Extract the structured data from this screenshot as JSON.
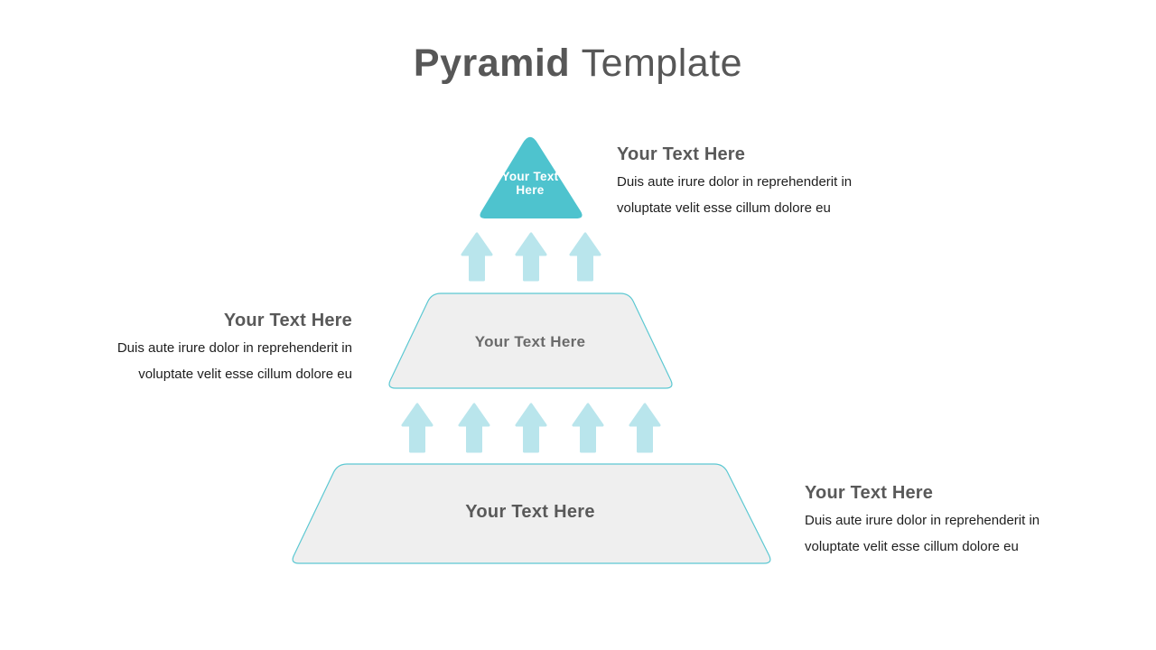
{
  "slide": {
    "title": {
      "bold": "Pyramid",
      "light": "Template"
    }
  },
  "colors": {
    "accent_teal": "#4EC3CE",
    "arrow_cyan": "#B9E5EC",
    "shape_fill": "#EFEFEF",
    "shape_border": "#5CC8D2",
    "heading_gray": "#595959",
    "body_text": "#1E1E1E",
    "title_gray": "#575757"
  },
  "pyramid": {
    "top_label": "Your Text\nHere",
    "middle_label": "Your Text Here",
    "bottom_label": "Your Text Here",
    "arrow_rows": [
      {
        "position": "between-top-and-middle",
        "count": 3
      },
      {
        "position": "between-middle-and-bottom",
        "count": 5
      }
    ]
  },
  "annotations": {
    "top_right": {
      "heading": "Your Text Here",
      "body": "Duis aute irure dolor in reprehenderit in\nvoluptate velit esse cillum dolore eu"
    },
    "middle_left": {
      "heading": "Your Text Here",
      "body": "Duis aute irure dolor in reprehenderit in\nvoluptate velit esse cillum dolore eu"
    },
    "bottom_right": {
      "heading": "Your Text Here",
      "body": "Duis aute irure dolor in reprehenderit in\nvoluptate velit esse cillum dolore eu"
    }
  }
}
